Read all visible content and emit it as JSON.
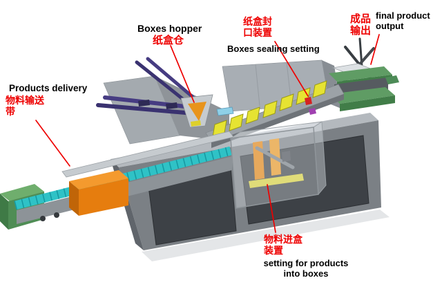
{
  "annotations": {
    "boxes_hopper": {
      "en": "Boxes hopper",
      "zh": "纸盒仓"
    },
    "boxes_sealing": {
      "zh": "纸盒封口装置",
      "en": "Boxes sealing setting"
    },
    "final_product_output": {
      "zh": "成品输出",
      "en": "final product output"
    },
    "products_delivery": {
      "en": "Products delivery",
      "zh": "物料输送带"
    },
    "products_into_boxes": {
      "zh": "物料进盒装置",
      "en": "setting for products into boxes"
    }
  },
  "colors": {
    "annotation_red": "#ee0000",
    "label_black": "#000000",
    "machine_gray": "#a8aeb4",
    "cabinet_gray": "#7b8085",
    "panel_dark": "#3d4146",
    "conveyor_teal": "#2fc2c6",
    "carton_yellow": "#e6e332",
    "product_orange": "#e67d0e",
    "output_green": "#5f9c64",
    "magazine_purple": "#3a3270"
  }
}
